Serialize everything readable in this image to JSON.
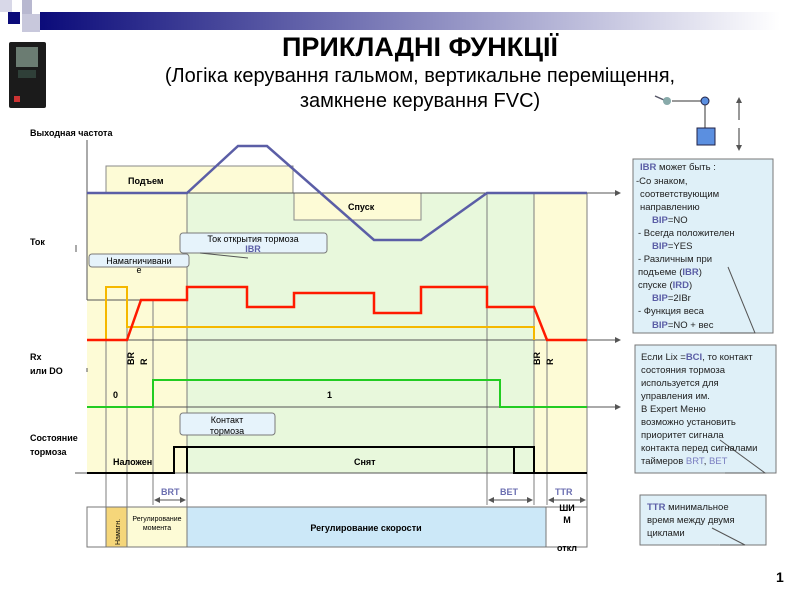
{
  "slide": {
    "title": "ПРИКЛАДНІ ФУНКЦІЇ",
    "subtitle_line1": "(Логіка керування гальмом, вертикальне переміщення,",
    "subtitle_line2": "замкнене керування FVC)",
    "page_number": "1"
  },
  "diagram": {
    "freq_label": "Выходная частота",
    "current_label": "Ток",
    "rx_label_line1": "Rx",
    "rx_label_line2": "или DO",
    "brake_state_line1": "Состояние",
    "brake_state_line2": "тормоза",
    "lift_label": "Подъем",
    "lower_label": "Спуск",
    "brake_release_current_line1": "Ток открытия тормоза",
    "brake_release_current_line2": "IBR",
    "magnetizing_line1": "Намагничивани",
    "magnetizing_line2": "е",
    "br_label": "BR",
    "r_label": "R",
    "logic_0": "0",
    "logic_1": "1",
    "brake_contact_line1": "Контакт",
    "brake_contact_line2": "тормоза",
    "applied": "Наложен",
    "released": "Снят",
    "brt": "BRT",
    "bet": "BET",
    "ttr": "TTR",
    "phase_magn": "Намагн.",
    "phase_torque_line1": "Регулирование",
    "phase_torque_line2": "момента",
    "phase_speed": "Регулирование скорости",
    "phase_pwm_line1": "ШИ",
    "phase_pwm_line2": "М",
    "phase_off": "откл"
  },
  "notes": {
    "ibr": [
      "IBR",
      " может быть :",
      "-Со знаком,",
      "соответствующим",
      "направлению",
      "BIP",
      "=NO",
      "- Всегда положителен",
      "BIP",
      "=YES",
      "- Различным при",
      "подъеме (",
      "IBR",
      ")",
      "спуске (",
      "IRD",
      ")",
      "BIP",
      "=2IBr",
      "- Функция веса",
      "BIP",
      "=NO + вес"
    ],
    "bci": [
      "Если Lix =",
      "BCI",
      ", то контакт",
      "состояния тормоза",
      "используется для",
      "управления им.",
      "В Expert Меню",
      "возможно установить",
      "приоритет сигнала",
      "контакта перед сигналами",
      "таймеров ",
      "BRT",
      ", ",
      "BET"
    ],
    "ttr": [
      "TTR",
      " минимальное",
      "время между двумя",
      "циклами"
    ]
  },
  "colors": {
    "freq": "#5b5ea6",
    "current": "#ff1a00",
    "magnet": "#f5b800",
    "rx": "#22cc22",
    "yellow_bg": "#fdfbd6",
    "green_bg": "#e8f8dc",
    "blue": "#cce8f8",
    "note_bg": "#dff0f8"
  }
}
